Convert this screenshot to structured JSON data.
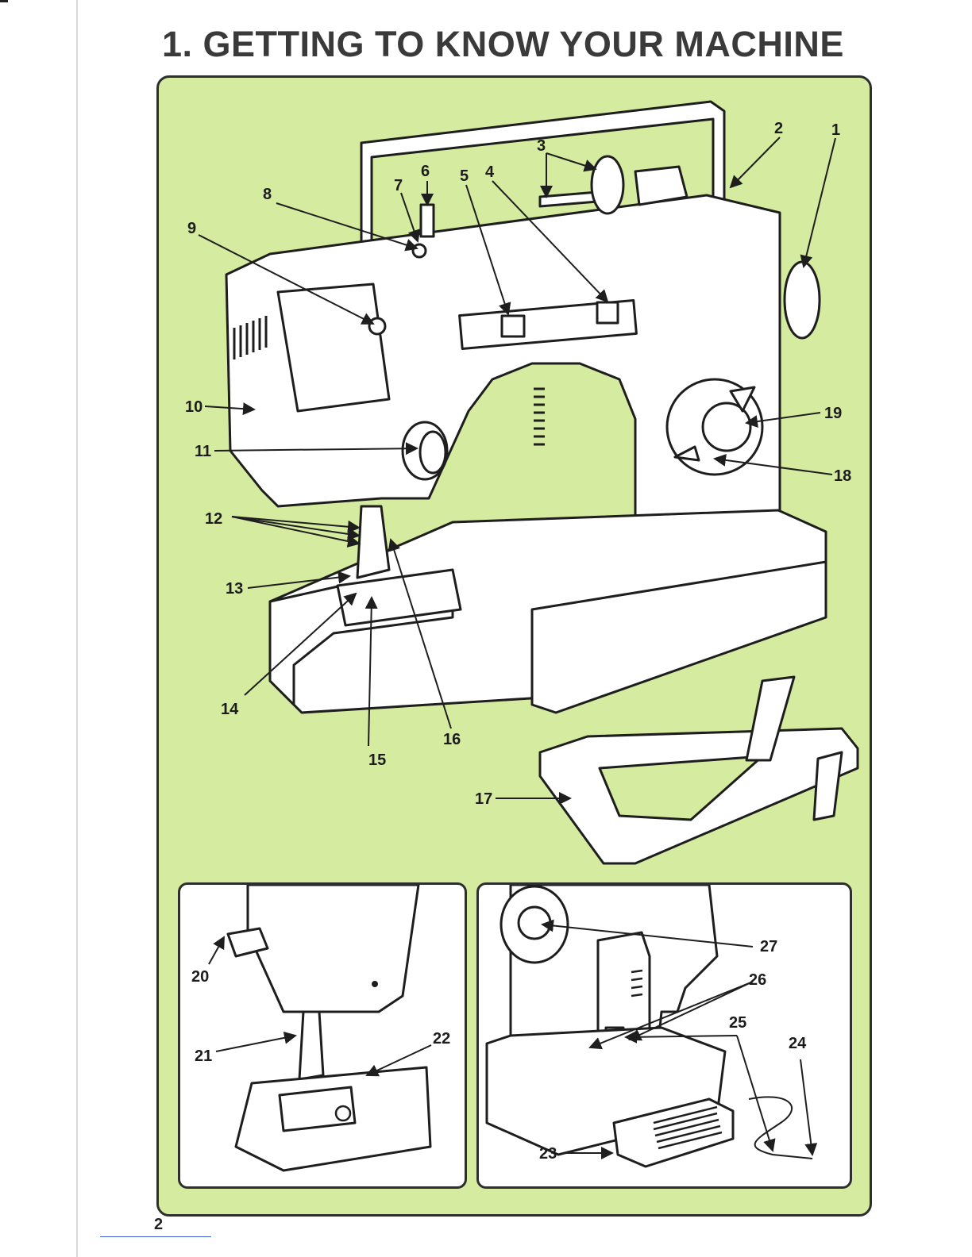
{
  "page": {
    "title": "1. GETTING TO KNOW YOUR MACHINE",
    "page_number": "2"
  },
  "colors": {
    "panel_background": "#d4eba0",
    "line": "#1e1e1e",
    "inset_background": "#ffffff"
  },
  "main_view": {
    "callouts": [
      "1",
      "2",
      "3",
      "4",
      "5",
      "6",
      "7",
      "8",
      "9",
      "10",
      "11",
      "12",
      "13",
      "14",
      "15",
      "16",
      "17",
      "18",
      "19"
    ]
  },
  "front_detail_view": {
    "callouts": [
      "20",
      "21",
      "22"
    ]
  },
  "rear_detail_view": {
    "callouts": [
      "23",
      "24",
      "25",
      "26",
      "27"
    ]
  }
}
